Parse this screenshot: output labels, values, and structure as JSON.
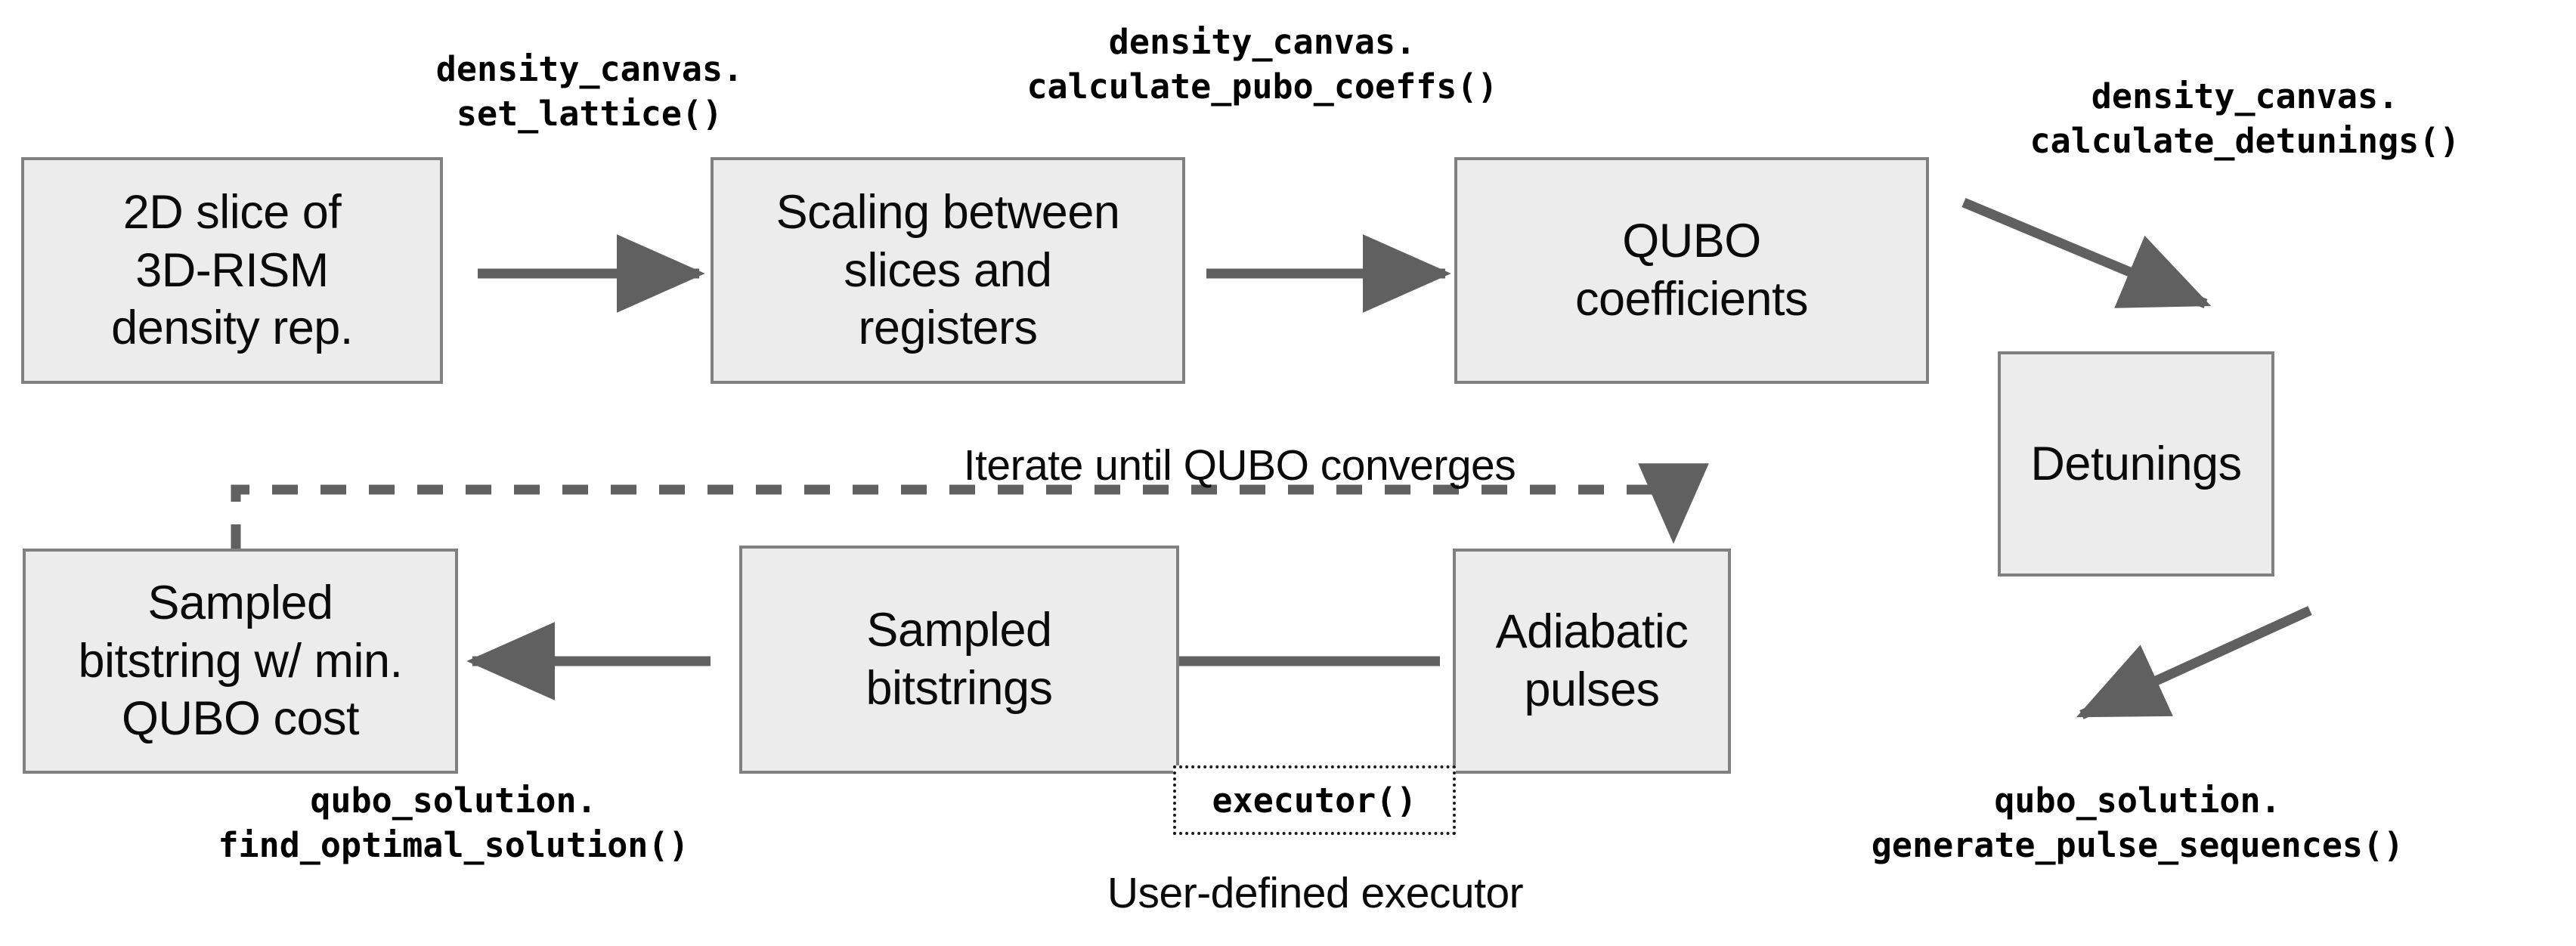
{
  "diagram": {
    "title": "Quantum QUBO workflow pipeline",
    "colors": {
      "box_fill": "#ececec",
      "box_border": "#808080",
      "arrow": "#606060",
      "text": "#0a0a0a",
      "code_text": "#000000"
    },
    "boxes": [
      {
        "id": "slice",
        "label": "2D slice of\n3D-RISM\ndensity rep."
      },
      {
        "id": "scaling",
        "label": "Scaling between\nslices and\nregisters"
      },
      {
        "id": "qubo",
        "label": "QUBO\ncoefficients"
      },
      {
        "id": "detunings",
        "label": "Detunings"
      },
      {
        "id": "adiabatic",
        "label": "Adiabatic\npulses"
      },
      {
        "id": "bitstrings",
        "label": "Sampled\nbitstrings"
      },
      {
        "id": "minbitstring",
        "label": "Sampled\nbitstring w/ min.\nQUBO cost"
      }
    ],
    "code_labels": [
      {
        "id": "set-lattice",
        "text": "density_canvas.\nset_lattice()"
      },
      {
        "id": "calculate-pubo-coeffs",
        "text": "density_canvas.\ncalculate_pubo_coeffs()"
      },
      {
        "id": "calculate-detunings",
        "text": "density_canvas.\ncalculate_detunings()"
      },
      {
        "id": "generate-pulse-sequences",
        "text": "qubo_solution.\ngenerate_pulse_sequences()"
      },
      {
        "id": "find-optimal-solution",
        "text": "qubo_solution.\nfind_optimal_solution()"
      }
    ],
    "executor": {
      "code": "executor()",
      "caption": "User-defined executor"
    },
    "loop": {
      "label": "Iterate until QUBO converges"
    }
  }
}
